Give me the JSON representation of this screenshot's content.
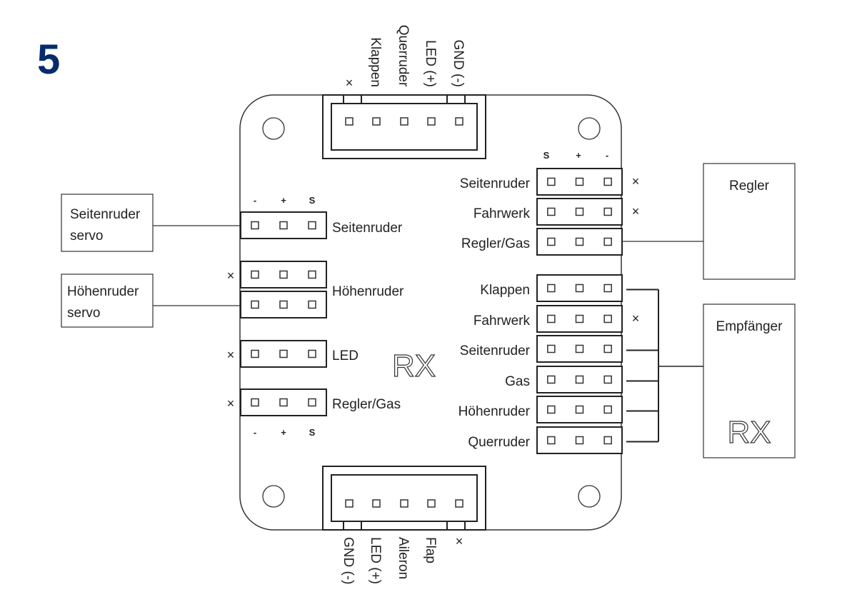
{
  "step_number": "5",
  "colors": {
    "step_number": "#062c6b",
    "line": "#222222"
  },
  "board": {
    "logo": "RX",
    "top_connector": {
      "labels": [
        "×",
        "Klappen",
        "Querruder",
        "LED (+)",
        "GND (-)"
      ]
    },
    "bottom_connector": {
      "labels": [
        "GND (-)",
        "LED (+)",
        "Aileron",
        "Flap",
        "×"
      ]
    },
    "left_pin_labels_top": [
      "-",
      "+",
      "S"
    ],
    "left_pin_labels_bottom": [
      "-",
      "+",
      "S"
    ],
    "right_pin_labels_top": [
      "S",
      "+",
      "-"
    ],
    "left_headers": [
      {
        "label": "Seitenruder",
        "unused": false
      },
      {
        "label": "Höhenruder",
        "unused": true
      },
      {
        "label": "",
        "unused": false
      },
      {
        "label": "LED",
        "unused": true
      },
      {
        "label": "Regler/Gas",
        "unused": true
      }
    ],
    "right_headers_top": [
      {
        "label": "Seitenruder",
        "unused": true
      },
      {
        "label": "Fahrwerk",
        "unused": true
      },
      {
        "label": "Regler/Gas",
        "unused": false
      }
    ],
    "right_headers_bottom": [
      {
        "label": "Klappen",
        "unused": false
      },
      {
        "label": "Fahrwerk",
        "unused": true
      },
      {
        "label": "Seitenruder",
        "unused": false
      },
      {
        "label": "Gas",
        "unused": false
      },
      {
        "label": "Höhenruder",
        "unused": false
      },
      {
        "label": "Querruder",
        "unused": false
      }
    ]
  },
  "external": {
    "seitenruder_servo": {
      "line1": "Seitenruder",
      "line2": "servo"
    },
    "hoehenruder_servo": {
      "line1": "Höhenruder",
      "line2": "servo"
    },
    "regler": {
      "title": "Regler"
    },
    "empfaenger": {
      "title": "Empfänger",
      "logo": "RX"
    }
  },
  "unused_mark": "×"
}
